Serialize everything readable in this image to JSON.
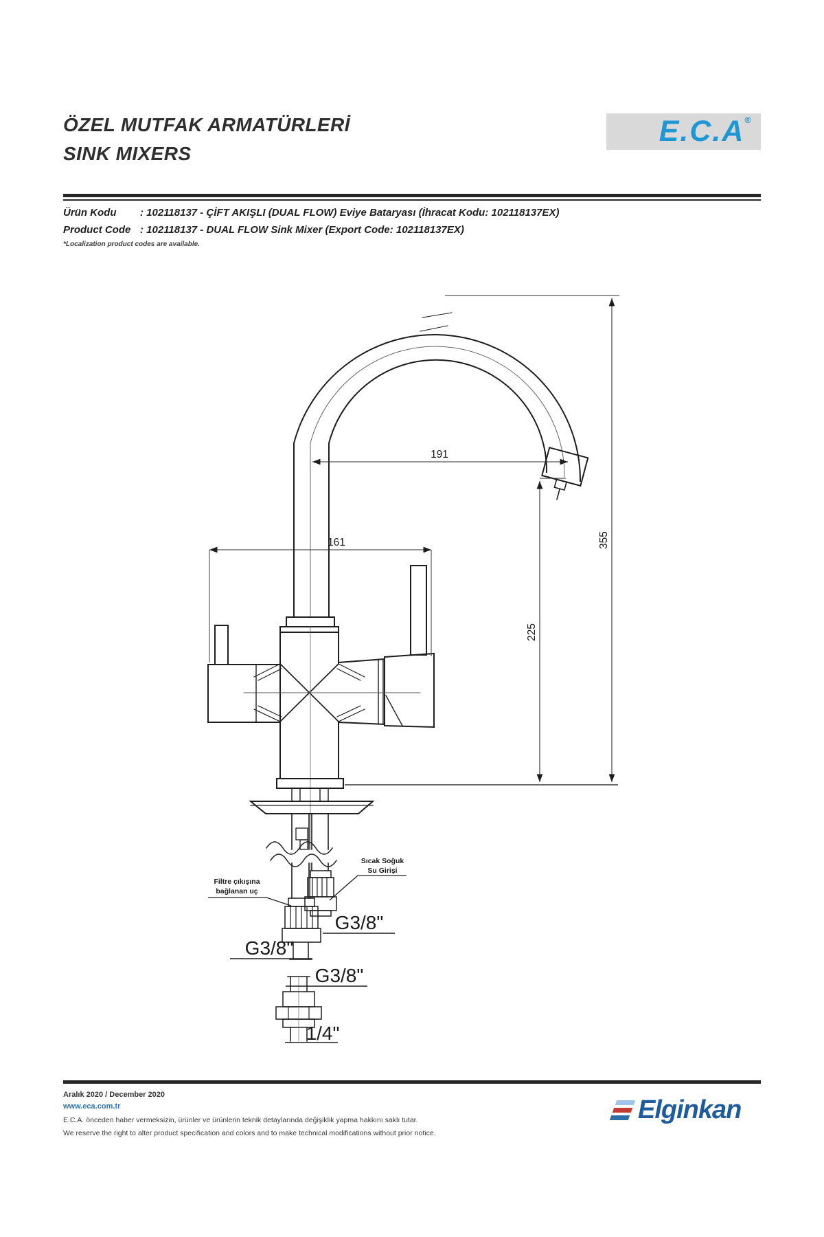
{
  "header": {
    "title_tr": "ÖZEL MUTFAK ARMATÜRLERİ",
    "title_en": "SINK MIXERS",
    "brand_logo": "E.C.A",
    "brand_reg": "®",
    "product_rows": [
      {
        "label": "Ürün Kodu",
        "value": ": 102118137 - ÇİFT AKIŞLI (DUAL FLOW) Eviye Bataryası (İhracat Kodu: 102118137EX)"
      },
      {
        "label": "Product Code",
        "value": ": 102118137 - DUAL FLOW Sink Mixer (Export Code: 102118137EX)"
      }
    ],
    "note": "*Localization product codes are available."
  },
  "drawing": {
    "dims": {
      "spout_reach": "191",
      "body_width": "161",
      "total_height": "355",
      "spout_height": "225",
      "thread_inlet": "G3/8\"",
      "thread_filter": "G3/8\"",
      "thread_adapter": "G3/8\"",
      "thread_adapter_out": "1/4\""
    },
    "labels": {
      "hot_cold_line1": "Sıcak Soğuk",
      "hot_cold_line2": "Su Girişi",
      "filter_line1": "Filtre çıkışına",
      "filter_line2": "bağlanan uç"
    }
  },
  "footer": {
    "date": "Aralık 2020 / December 2020",
    "website": "www.eca.com.tr",
    "legal_tr": "E.C.A. önceden haber vermeksizin, ürünler ve ürünlerin teknik detaylarında değişiklik yapma hakkını saklı tutar.",
    "legal_en": "We reserve the right to alter product specification and colors and to make technical modifications without prior notice.",
    "brand": "Elginkan"
  },
  "colors": {
    "logo_blue": "#1e97d4",
    "logo_bg": "#d9d9d9",
    "link_blue": "#2e74b5",
    "elginkan_blue": "#1f5c9e",
    "bar_light": "#9fc5e8",
    "bar_red": "#c13b33",
    "bar_dark": "#2e6ca5",
    "ink": "#1d1d1d"
  }
}
